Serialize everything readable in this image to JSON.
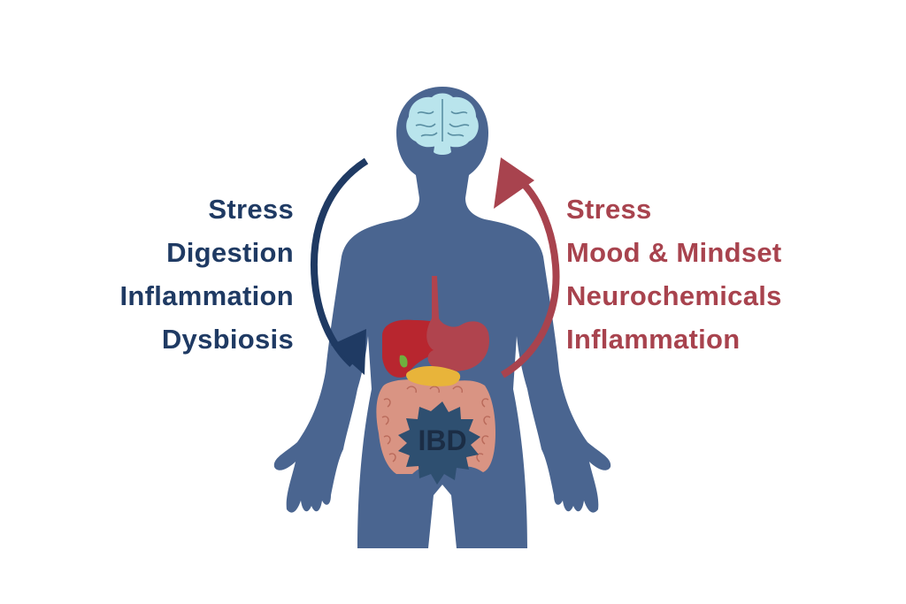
{
  "colors": {
    "body": "#4a6590",
    "left_text": "#1f3a63",
    "right_text": "#a8434e",
    "left_arrow": "#1f3a63",
    "right_arrow": "#a8434e",
    "brain": "#b9e4ec",
    "liver": "#b8262f",
    "stomach": "#b0444e",
    "pancreas": "#e8b43a",
    "intestine": "#d99483",
    "starburst": "#2e4f70",
    "ibd_text": "#1b2d45"
  },
  "left_list": [
    "Stress",
    "Digestion",
    "Inflammation",
    "Dysbiosis"
  ],
  "right_list": [
    "Stress",
    "Mood & Mindset",
    "Neurochemicals",
    "Inflammation"
  ],
  "badge": {
    "label": "IBD"
  },
  "icons": {
    "brain": "brain-icon",
    "digestive": "digestive-system-icon",
    "down_arrow": "curved-arrow-down-icon",
    "up_arrow": "curved-arrow-up-icon"
  }
}
